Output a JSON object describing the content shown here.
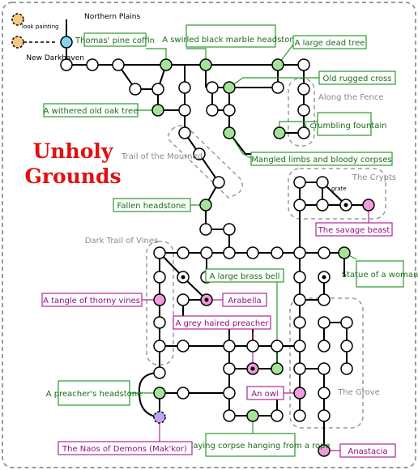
{
  "title": {
    "line1": "Unholy",
    "line2": "Grounds",
    "color": "#e01010"
  },
  "exits": {
    "north": "Northern Plains",
    "west": "New Darkhaven",
    "painting": "look painting"
  },
  "areas": {
    "fence": "Along the Fence",
    "mourned": "Trail of the Mourned",
    "crypts": "The Crypts",
    "vines": "Dark Trail of Vines",
    "grove": "The Grove"
  },
  "exit_labels": {
    "grate": "grate"
  },
  "green_labels": {
    "thomas_coffin": "Thomas' pine coffin",
    "black_headstone": "A swirled black marble headstone",
    "dead_tree": "A large dead tree",
    "rugged_cross": "Old rugged cross",
    "oak_tree": "A withered old oak tree",
    "fountain": "A crumbling fountain",
    "mangled": "Mangled limbs and bloody corpses",
    "fallen_headstone": "Fallen headstone",
    "brass_bell": "A large brass bell",
    "statue": "Statue of a woman",
    "preacher_headstone": "A preacher's headstone",
    "decaying_corpse": "A decaying corpse hanging from a rope"
  },
  "pink_labels": {
    "savage_beast": "The savage beast",
    "thorny_vines": "A tangle of thorny vines",
    "arabella": "Arabella",
    "grey_preacher": "A grey haired preacher",
    "owl": "An owl",
    "naos": "The Naos of Demons (Mak'kor)",
    "anastacia": "Anastacia"
  },
  "colors": {
    "green": "#a6e39a",
    "pink": "#f09cdc",
    "blue": "#7fd6f2",
    "orange": "#f7c980",
    "purple": "#c7a2f2"
  }
}
